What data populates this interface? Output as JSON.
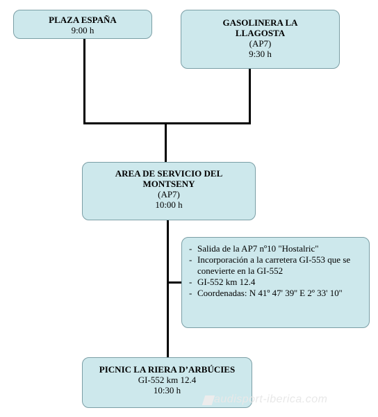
{
  "nodes": {
    "plaza": {
      "title": "PLAZA ESPAÑA",
      "time": "9:00 h"
    },
    "gasolinera": {
      "title_line1": "GASOLINERA LA",
      "title_line2": "LLAGOSTA",
      "road": "(AP7)",
      "time": "9:30 h"
    },
    "area": {
      "title_line1": "AREA DE SERVICIO DEL",
      "title_line2": "MONTSENY",
      "road": "(AP7)",
      "time": "10:00 h"
    },
    "picnic": {
      "title": "PICNIC LA RIERA D’ARBÚCIES",
      "road": "GI-552 km 12.4",
      "time": "10:30 h"
    }
  },
  "notes": [
    "Salida de la AP7 nº10 \"Hostalric\"",
    "Incorporación a la carretera GI-553 que se conevierte en la GI-552",
    "GI-552 km 12.4",
    "Coordenadas: N 41º 47' 39'' E 2º 33' 10''"
  ],
  "watermark": "audisport-iberica.com",
  "colors": {
    "box_fill": "#cde8ec",
    "box_border": "#7a9ea5",
    "connector": "#000000"
  }
}
